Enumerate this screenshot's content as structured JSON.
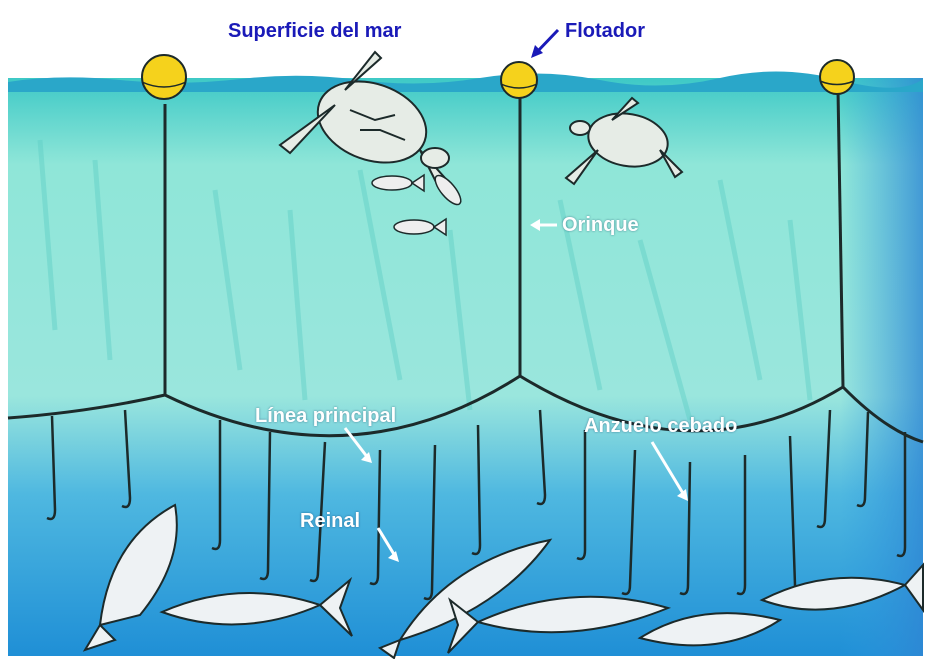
{
  "labels": {
    "sea_surface": "Superficie del mar",
    "float": "Flotador",
    "branch_line": "Orinque",
    "main_line": "Línea principal",
    "baited_hook": "Anzuelo cebado",
    "snood": "Reinal"
  },
  "colors": {
    "label_dark": "#1a1ab8",
    "label_light": "#ffffff",
    "water_top": "#8fe6d8",
    "water_bottom": "#1f8fd6",
    "float_fill": "#f5d21c",
    "line": "#1c2a2a"
  }
}
